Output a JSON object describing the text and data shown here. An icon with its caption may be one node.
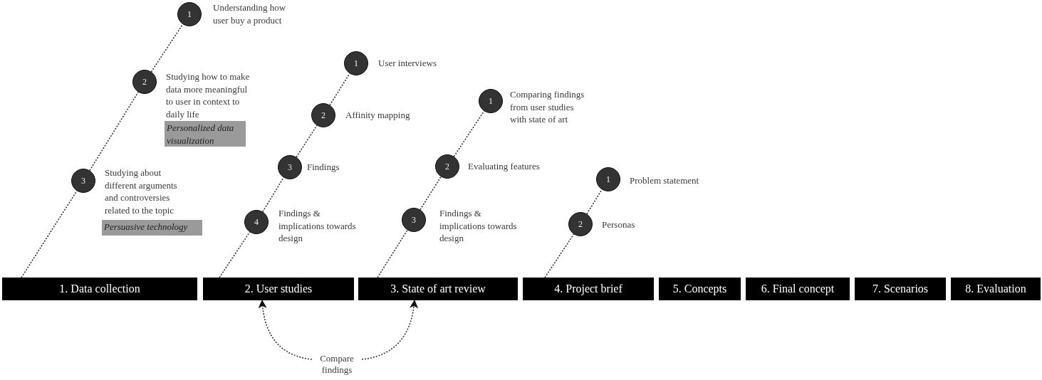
{
  "diagram": {
    "nodes": [
      {
        "text": [
          "1. Data collection"
        ]
      },
      {
        "text": [
          "2. User studies"
        ]
      },
      {
        "text": [
          "3. State of art review"
        ]
      },
      {
        "text": [
          "4. Project brief"
        ]
      },
      {
        "text": [
          "5. Concepts"
        ]
      },
      {
        "text": [
          "6. Final concept"
        ]
      },
      {
        "text": [
          "7. Scenarios"
        ]
      },
      {
        "text": [
          "8. Evaluation"
        ]
      },
      {
        "text": [
          "1"
        ],
        "beside": [
          "Understanding how user buy a product"
        ]
      },
      {
        "text": [
          "2"
        ],
        "beside": [
          "Studying how to make data more meaningful to user in context to daily life",
          "Personalized data visualization"
        ]
      },
      {
        "text": [
          "3"
        ],
        "beside": [
          "Studying about different arguments and controversies related to the topic",
          "Persuasive technology"
        ]
      },
      {
        "text": [
          "1"
        ],
        "beside": [
          "User interviews"
        ]
      },
      {
        "text": [
          "2"
        ],
        "beside": [
          "Affinity mapping"
        ]
      },
      {
        "text": [
          "3"
        ],
        "beside": [
          "Findings"
        ]
      },
      {
        "text": [
          "4"
        ],
        "beside": [
          "Findings & implications towards design"
        ]
      },
      {
        "text": [
          "1"
        ],
        "beside": [
          "Comparing findings from user studies with state of art"
        ]
      },
      {
        "text": [
          "2"
        ],
        "beside": [
          "Evaluating features"
        ]
      },
      {
        "text": [
          "3"
        ],
        "beside": [
          "Findings & implications towards design"
        ]
      },
      {
        "text": [
          "1"
        ],
        "beside": [
          "Problem statement"
        ]
      },
      {
        "text": [
          "2"
        ],
        "beside": [
          "Personas"
        ]
      },
      {
        "text": [
          "Compare findings"
        ]
      }
    ],
    "edges": [
      {
        "from": 0,
        "to": 10,
        "arrow": "none",
        "style": "dashed"
      },
      {
        "from": 10,
        "to": 9,
        "arrow": "none",
        "style": "dashed"
      },
      {
        "from": 9,
        "to": 8,
        "arrow": "none",
        "style": "dashed"
      },
      {
        "from": 1,
        "to": 14,
        "arrow": "none",
        "style": "dashed"
      },
      {
        "from": 14,
        "to": 13,
        "arrow": "none",
        "style": "dashed"
      },
      {
        "from": 13,
        "to": 12,
        "arrow": "none",
        "style": "dashed"
      },
      {
        "from": 12,
        "to": 11,
        "arrow": "none",
        "style": "dashed"
      },
      {
        "from": 2,
        "to": 17,
        "arrow": "none",
        "style": "dashed"
      },
      {
        "from": 17,
        "to": 16,
        "arrow": "none",
        "style": "dashed"
      },
      {
        "from": 16,
        "to": 15,
        "arrow": "none",
        "style": "dashed"
      },
      {
        "from": 3,
        "to": 19,
        "arrow": "none",
        "style": "dashed"
      },
      {
        "from": 19,
        "to": 18,
        "arrow": "none",
        "style": "dashed"
      },
      {
        "from": 20,
        "to": 1,
        "arrow": "to",
        "style": "dashed"
      },
      {
        "from": 20,
        "to": 2,
        "arrow": "to",
        "style": "dashed"
      }
    ]
  }
}
